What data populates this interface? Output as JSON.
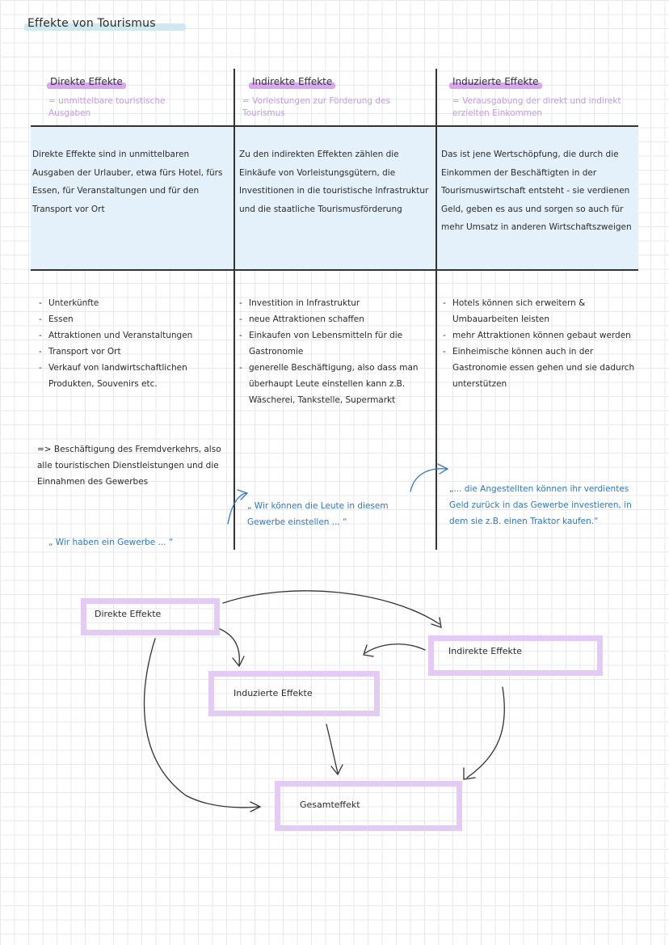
{
  "title": "Effekte von Tourismus",
  "columns": [
    {
      "heading": "Direkte Effekte",
      "subtitle": "= unmittelbare touristische Ausgaben",
      "definition": "Direkte Effekte sind in unmittelbaren Ausgaben der Urlauber, etwa fürs Hotel, fürs Essen, für Veranstaltungen und für den Transport vor Ort",
      "list": [
        "Unterkünfte",
        "Essen",
        "Attraktionen und Veranstaltungen",
        "Transport vor Ort",
        "Verkauf von landwirtschaftlichen Produkten, Souvenirs etc."
      ],
      "conclusion": "=> Beschäftigung des Fremdverkehrs, also alle touristischen Dienstleistungen und die Einnahmen des Gewerbes",
      "quote": "„ Wir haben ein Gewerbe ... “"
    },
    {
      "heading": "Indirekte Effekte",
      "subtitle": "= Vorleistungen zur Förderung des Tourismus",
      "definition": "Zu den indirekten Effekten zählen die Einkäufe von Vorleistungsgütern, die Investitionen in die touristische Infrastruktur und die staatliche Tourismusförderung",
      "list": [
        "Investition in Infrastruktur",
        "neue Attraktionen schaffen",
        "Einkaufen von Lebensmitteln für die Gastronomie",
        "generelle Beschäftigung, also dass man überhaupt Leute einstellen kann z.B. Wäscherei, Tankstelle, Supermarkt"
      ],
      "quote": "„ Wir können die Leute in diesem Gewerbe einstellen ... “"
    },
    {
      "heading": "Induzierte Effekte",
      "subtitle": "= Verausgabung der direkt und indirekt erzielten Einkommen",
      "definition": "Das ist jene Wertschöpfung, die durch die Einkommen der Beschäftigten in der Tourismuswirtschaft entsteht - sie verdienen Geld, geben es aus und sorgen so auch für mehr Umsatz in anderen Wirtschaftszweigen",
      "list": [
        "Hotels können sich erweitern & Umbauarbeiten leisten",
        "mehr Attraktionen können gebaut werden",
        "Einheimische können auch in der Gastronomie essen gehen und sie dadurch unterstützen"
      ],
      "quote": "„... die Angestellten können ihr verdientes Geld zurück in das Gewerbe investieren, in dem sie z.B. einen Traktor kaufen.“"
    }
  ],
  "diagram": {
    "direct": "Direkte Effekte",
    "indirect": "Indirekte Effekte",
    "induced": "Induzierte Effekte",
    "total": "Gesamteffekt"
  },
  "colors": {
    "highlight_purple": "#d7a8f0",
    "subtitle_purple": "#c59be0",
    "definition_bg": "#e4f0fa",
    "quote_blue": "#2e78c2",
    "box_border": "#e3cbf5"
  }
}
